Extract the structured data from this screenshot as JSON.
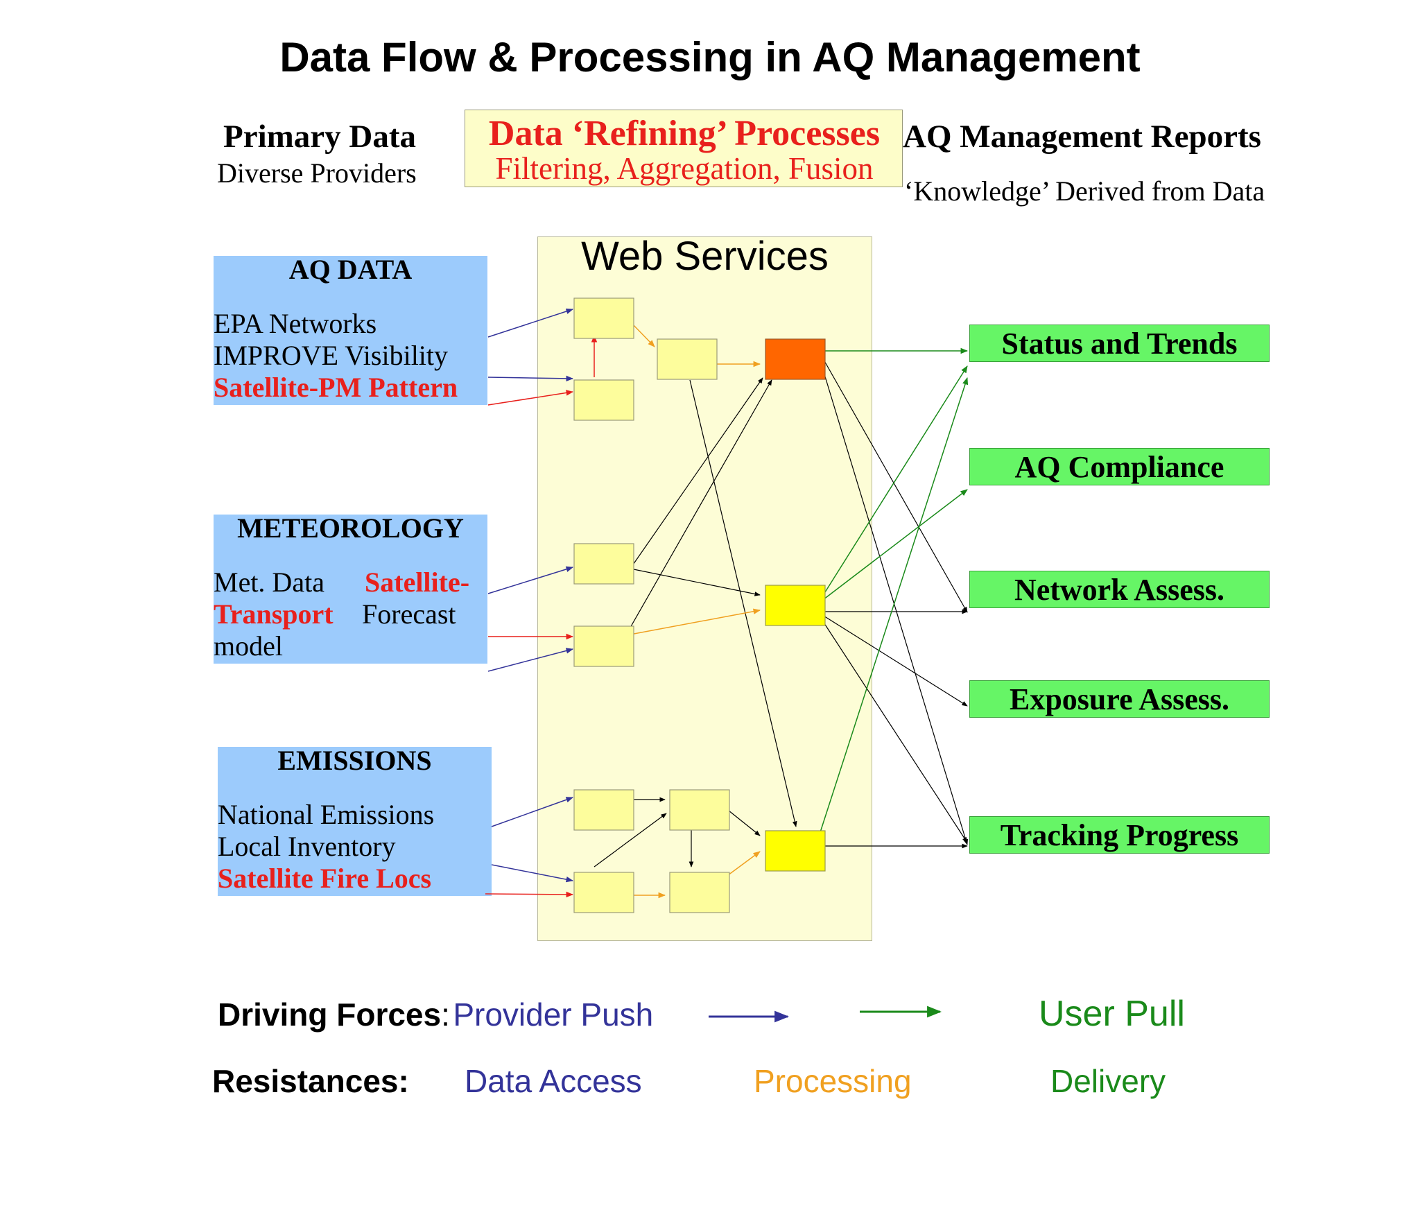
{
  "title": "Data Flow & Processing in AQ Management",
  "header": {
    "primary_title": "Primary Data",
    "primary_sub": "Diverse Providers",
    "refine_title": "Data ‘Refining’ Processes",
    "refine_sub": "Filtering, Aggregation, Fusion",
    "reports_title": "AQ  Management  Reports",
    "reports_sub": "‘Knowledge’ Derived from Data"
  },
  "web_services_label": "Web Services",
  "sources": {
    "aq": {
      "title": "AQ DATA",
      "line1": "EPA Networks",
      "line2": "IMPROVE Visibility",
      "line3": "Satellite-PM Pattern"
    },
    "met": {
      "title": "METEOROLOGY",
      "met_data": "Met. Data",
      "satellite": "Satellite-",
      "transport": "Transport",
      "forecast": "Forecast",
      "model": "model"
    },
    "emissions": {
      "title": "EMISSIONS",
      "line1": "National Emissions",
      "line2": "Local Inventory",
      "line3": "Satellite Fire Locs"
    }
  },
  "outputs": [
    "Status and Trends",
    "AQ Compliance",
    "Network Assess.",
    "Exposure Assess.",
    "Tracking Progress"
  ],
  "legend": {
    "driving_label": "Driving Forces",
    "colon": ":",
    "provider_push": "Provider Push",
    "user_pull": "User Pull",
    "resistances_label": "Resistances:",
    "data_access": "Data Access",
    "processing": "Processing",
    "delivery": "Delivery"
  },
  "colors": {
    "push": "#333399",
    "pull": "#1a8a1a",
    "processing": "#f0a020",
    "satellite_red": "#e8201c",
    "node_light": "#fdfd9c",
    "node_bright": "#ffff00",
    "node_orange": "#ff6600",
    "output_green": "#66f566",
    "source_blue": "#9ccbfc"
  }
}
